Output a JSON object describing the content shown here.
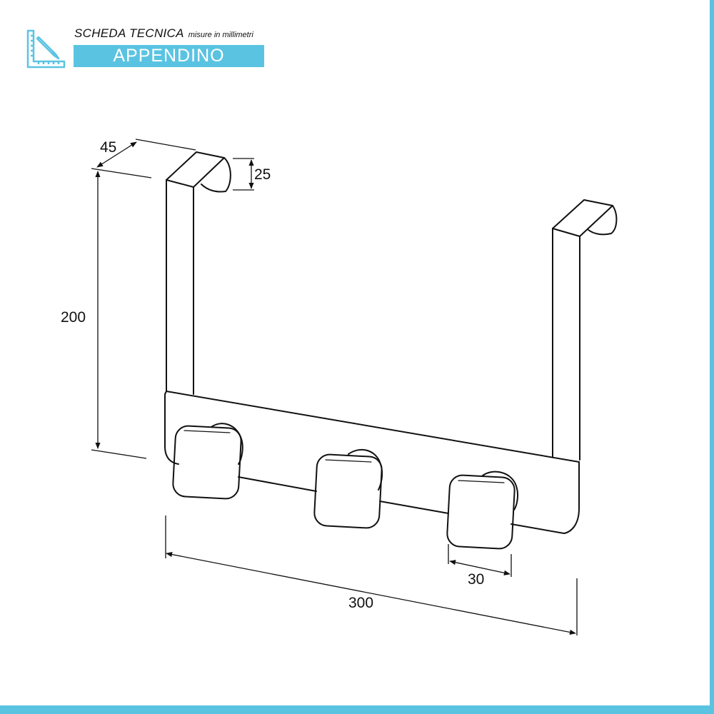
{
  "header": {
    "title": "SCHEDA TECNICA",
    "subtitle": "misure in millimetri",
    "product": "APPENDINO"
  },
  "icons": {
    "header_icon": "ruler-pencil-icon"
  },
  "colors": {
    "accent": "#5bc3e2",
    "line": "#111111"
  },
  "dimensions": {
    "depth": "45",
    "hook_height": "25",
    "height": "200",
    "width": "300",
    "knob_width": "30"
  }
}
